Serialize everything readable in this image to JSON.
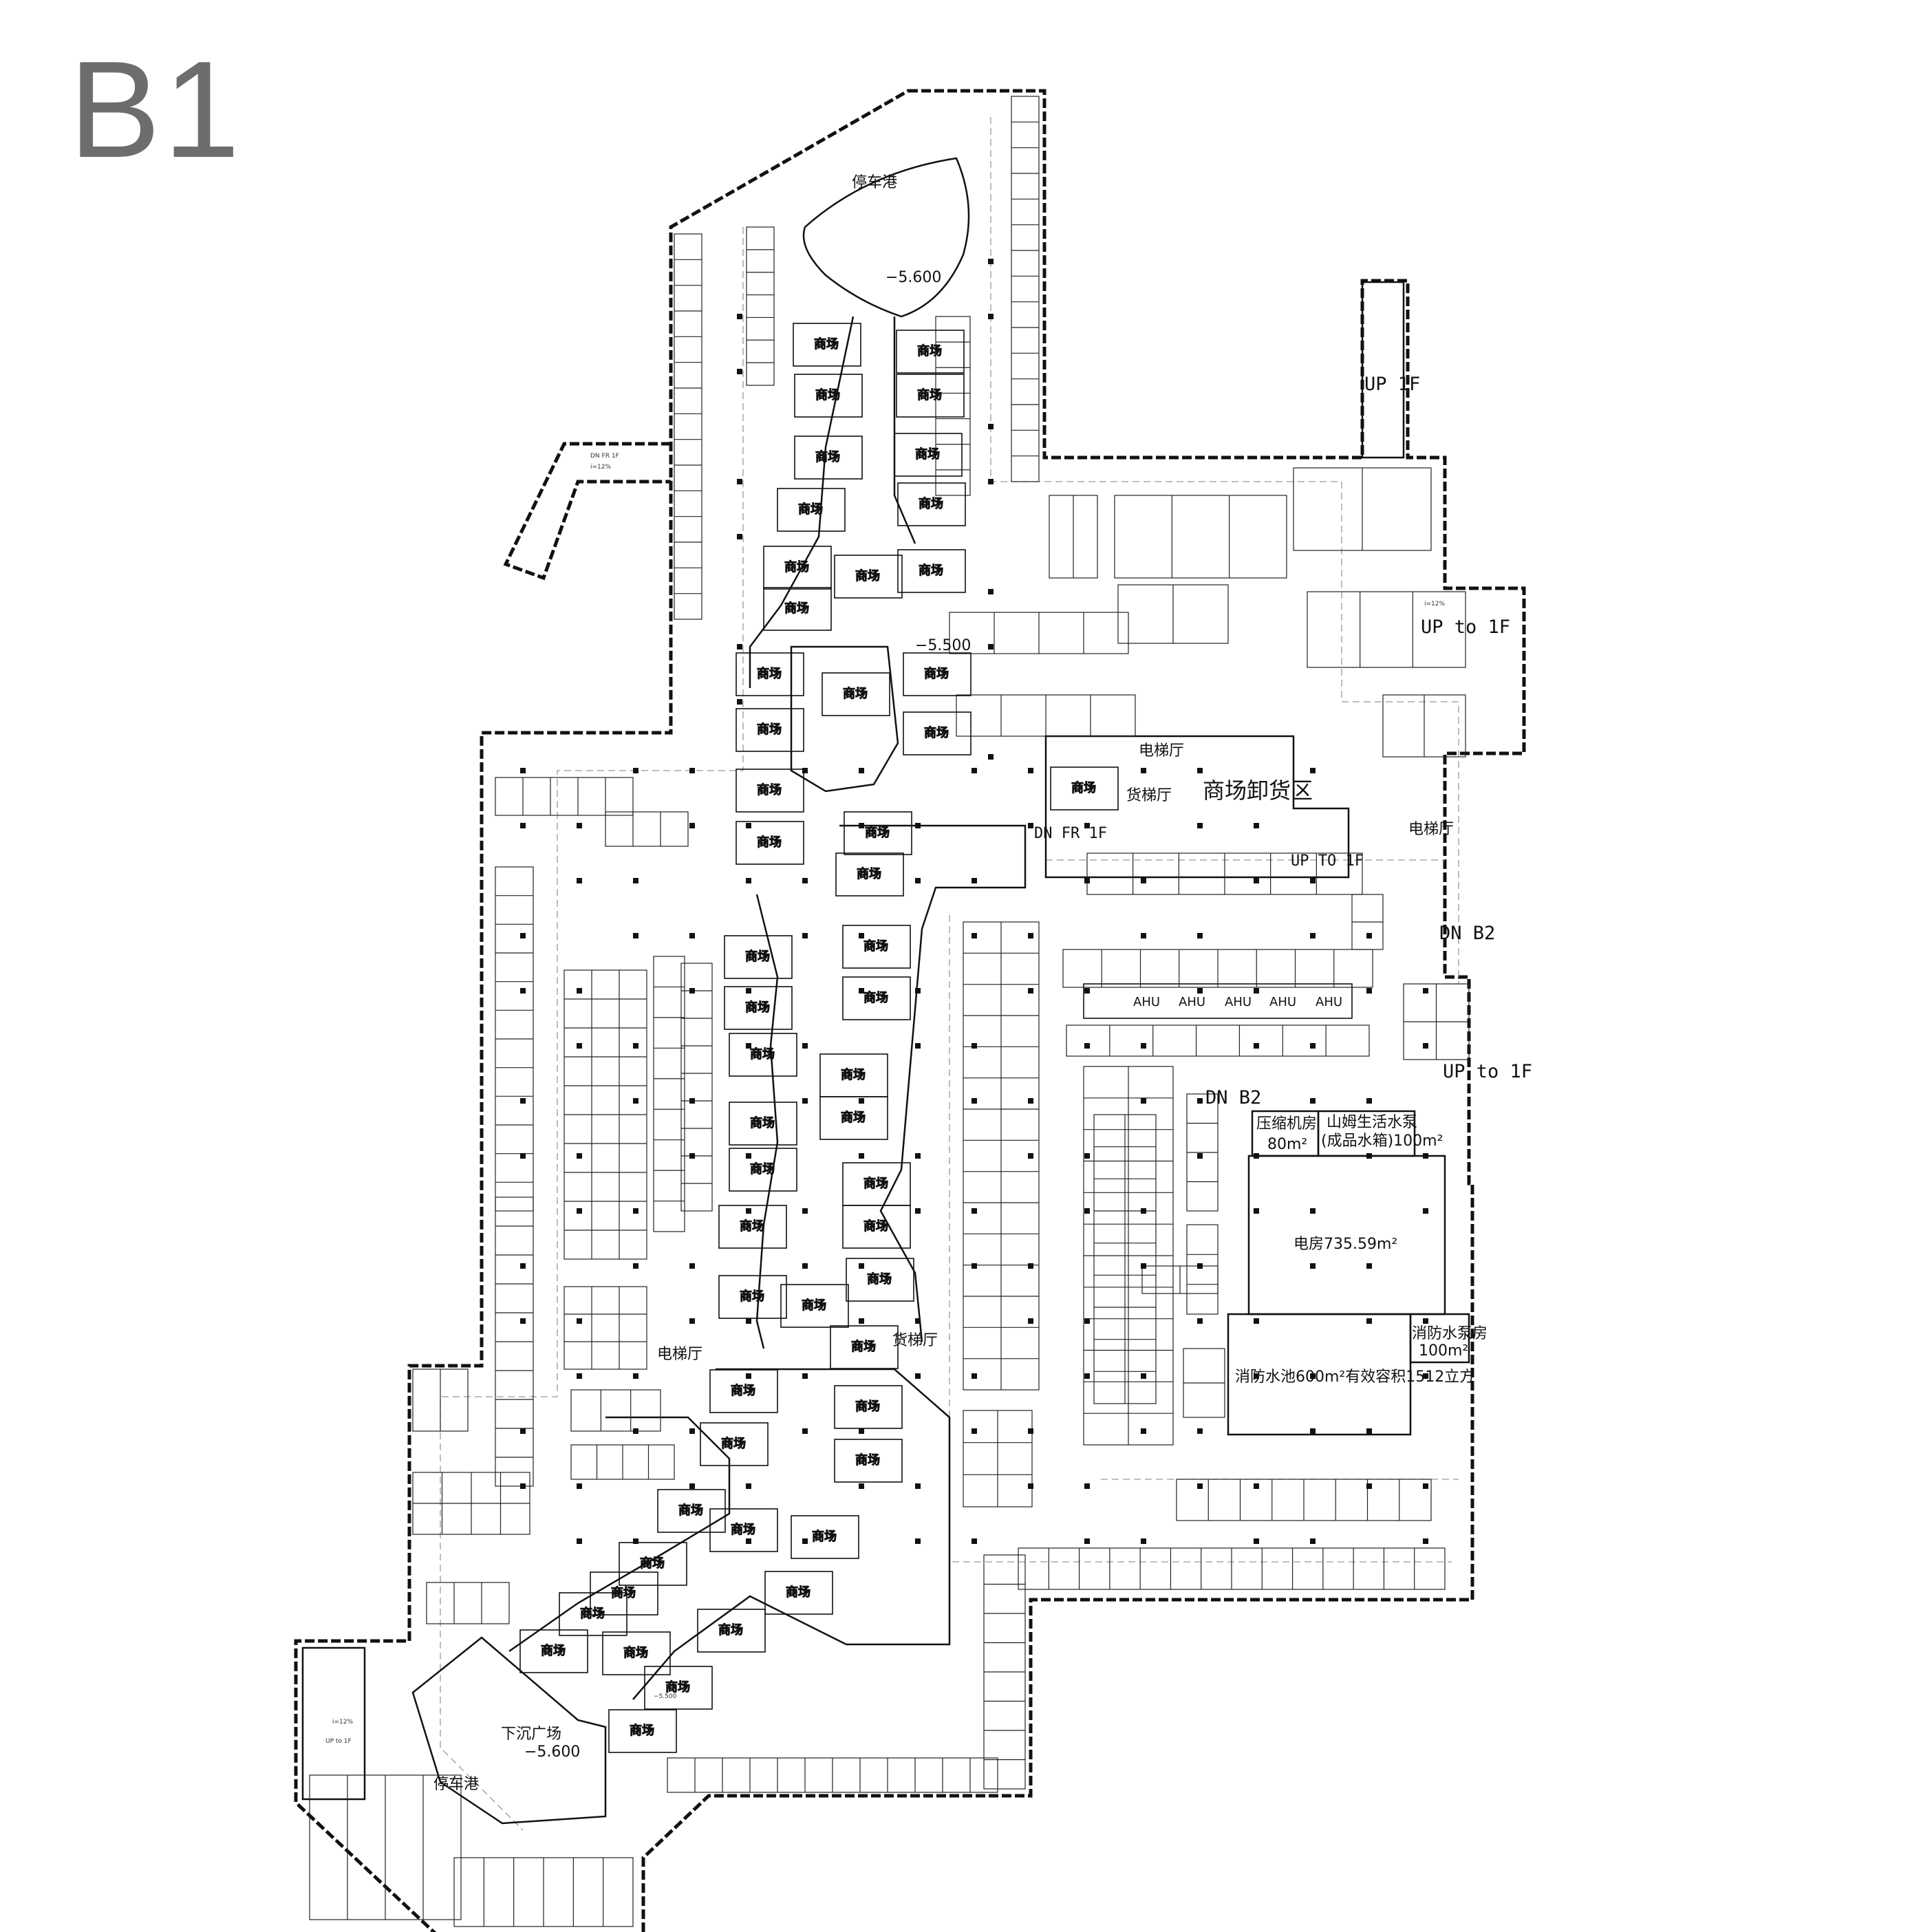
{
  "floor_title": "B1",
  "colors": {
    "outline": "#111111",
    "title": "#6d6d6d",
    "lane_dash": "#999999"
  },
  "top_labels": {
    "parking_harbor": "停车港",
    "elevation": "−5.600",
    "up_1f_top": "UP 1F",
    "dn_fr_1f_ramp": "DN FR 1F",
    "slope": "i=12%",
    "up_to_1f_right": "UP to 1F",
    "slope_right": "i=12%"
  },
  "center_labels": {
    "elevation_mid": "−5.500",
    "elevator_hall": "电梯厅",
    "freight_hall": "货梯厅",
    "loading_area": "商场卸货区",
    "dn_fr_1f": "DN FR 1F",
    "up_to_1f_ramp": "UP TO 1F",
    "elevator_hall_right": "电梯厅",
    "dn_b2": "DN B2",
    "up_to_1f_right2": "UP to 1F",
    "dn_b2_2": "DN B2",
    "ahu": [
      "AHU",
      "AHU",
      "AHU",
      "AHU",
      "AHU"
    ]
  },
  "rooms": {
    "compressor": "压缩机房",
    "compressor_area": "80m²",
    "water_pump": "山姆生活水泵",
    "water_tank": "(成品水箱)100m²",
    "electric": "电房735.59m²",
    "fire_pump": "消防水泵房",
    "fire_pump_area": "100m²",
    "fire_pool": "消防水池600m²有效容积1512立方"
  },
  "bottom_labels": {
    "elevator_hall": "电梯厅",
    "freight_hall": "货梯厅",
    "sunken_plaza": "下沉广场",
    "elevation": "−5.600",
    "elevation_small": "−5.500",
    "parking_harbor": "停车港",
    "up_to_1f_left": "UP to 1F",
    "slope": "i=12%"
  },
  "shop_label": "商场"
}
